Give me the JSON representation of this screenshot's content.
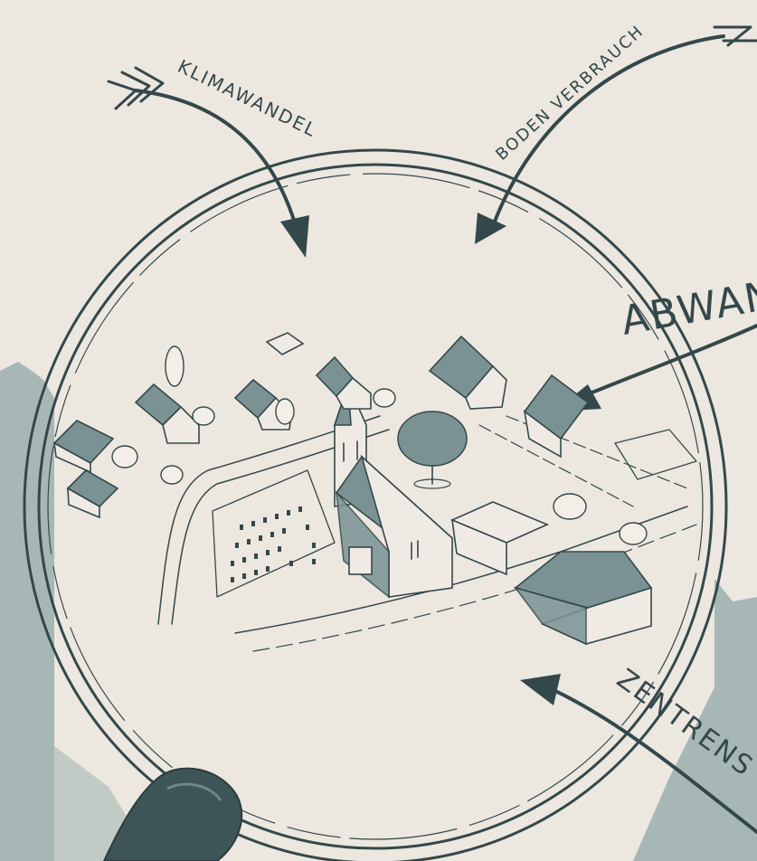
{
  "labels": {
    "klimawandel": "KLIMAWANDEL",
    "bodenverbrauch": "BODEN VERBRAUCH",
    "abwanderung": "ABWAN",
    "zentren": "ZENTRENS"
  },
  "colors": {
    "paper": "#ece7df",
    "ink": "#34484b",
    "hill": "#a7b7b5",
    "roof": "#7b9294",
    "handle": "#3e5558"
  },
  "icons": [
    "magnifying-glass-icon",
    "arrow-icon",
    "church-icon",
    "house-icon",
    "tree-icon"
  ]
}
